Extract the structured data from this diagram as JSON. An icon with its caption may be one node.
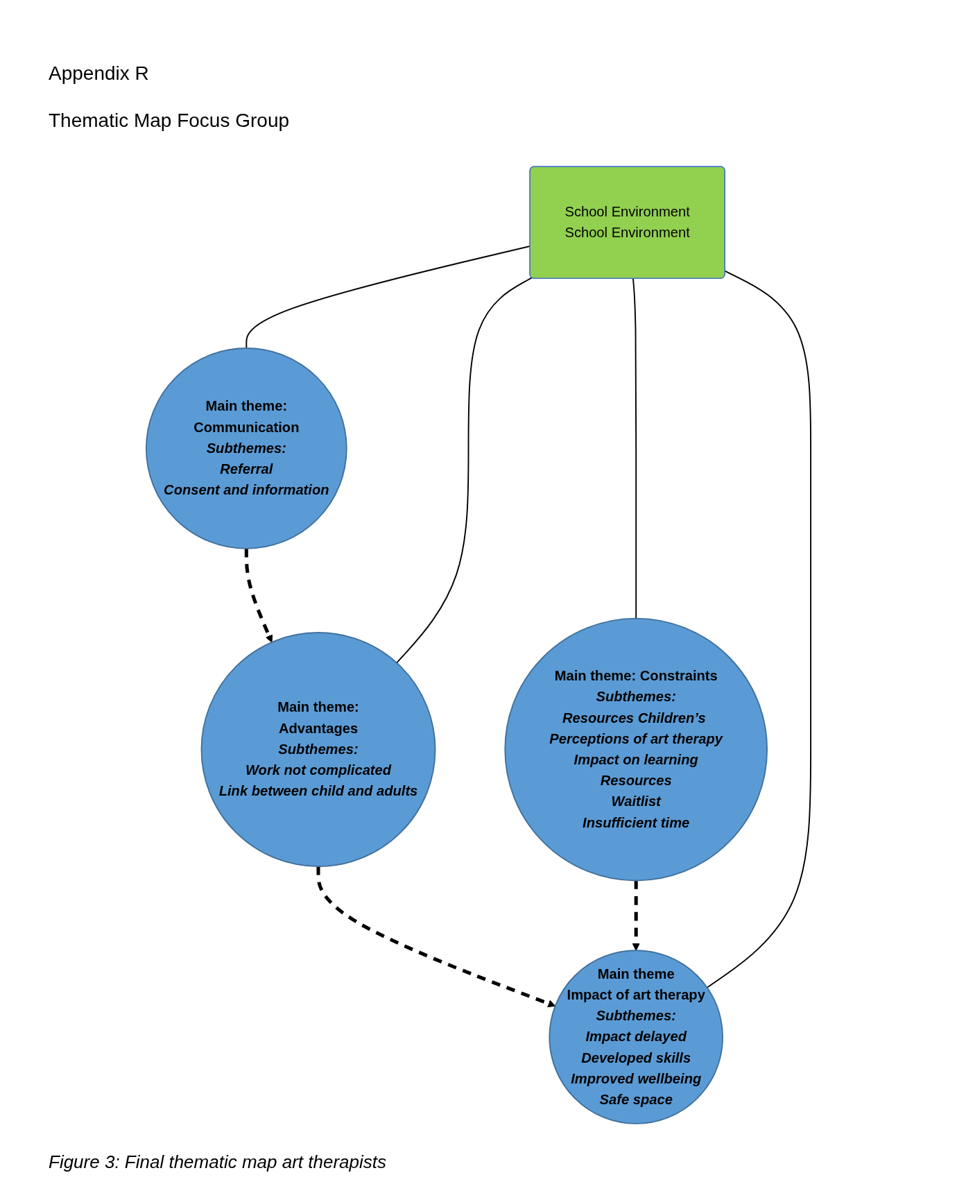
{
  "diagram": {
    "title": "Appendix R",
    "caption": "Figure 3: Final thematic map art therapists",
    "nodes": [
      {
        "text": [
          "School Environment",
          "School Environment"
        ]
      },
      {
        "text": [
          "Main theme:",
          "Advantages",
          "Subthemes:",
          "Work not complicated",
          "Link between child and adults"
        ]
      },
      {
        "text": [
          "Main theme",
          "Impact of art therapy",
          "Subthemes:",
          "Impact delayed",
          "Developed skills",
          "Improved wellbeing",
          "Safe space"
        ]
      },
      {
        "text": [
          "Main theme:",
          "Communication",
          "Subthemes:",
          "Referral",
          "Consent and information"
        ]
      },
      {
        "text": [
          "Main theme: Constraints",
          "Subthemes:",
          "Resources Children’s Perceptions of art therapy",
          "Impact on learning",
          "Resources",
          "Waitlist",
          "Insufficient time"
        ]
      }
    ],
    "edges": [
      {
        "from": 1,
        "to": 0,
        "arrow": "none"
      },
      {
        "from": 2,
        "to": 0,
        "arrow": "none"
      },
      {
        "from": 0,
        "to": 3,
        "arrow": "none"
      },
      {
        "from": 0,
        "to": 4,
        "arrow": "none"
      },
      {
        "from": 1,
        "to": 2,
        "arrow": "to",
        "style": "dashed"
      },
      {
        "from": 3,
        "to": 1,
        "arrow": "to",
        "style": "dashed"
      },
      {
        "from": 4,
        "to": 2,
        "arrow": "to",
        "style": "dashed"
      }
    ],
    "labels": [
      "Thematic Map Focus Group"
    ]
  }
}
